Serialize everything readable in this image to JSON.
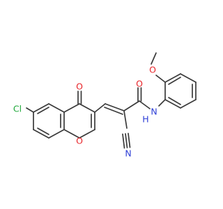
{
  "atoms": [
    {
      "id": "Cl",
      "label": "Cl",
      "color": "#1fa83a"
    },
    {
      "id": "O_ketone",
      "label": "O",
      "color": "#e8262b"
    },
    {
      "id": "O_ring",
      "label": "O",
      "color": "#e8262b"
    },
    {
      "id": "O_amide",
      "label": "O",
      "color": "#e8262b"
    },
    {
      "id": "O_methoxy",
      "label": "O",
      "color": "#e8262b"
    },
    {
      "id": "N_amide",
      "label": "N",
      "color": "#2d3ed6"
    },
    {
      "id": "H_amide",
      "label": "H",
      "color": "#2d3ed6"
    },
    {
      "id": "N_nitrile",
      "label": "N",
      "color": "#2d3ed6"
    }
  ],
  "colors": {
    "bond": "#3a3a3a",
    "background": "#ffffff"
  }
}
